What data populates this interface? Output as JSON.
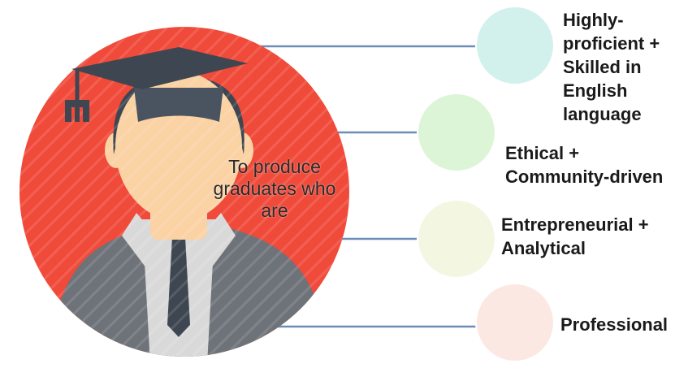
{
  "center": {
    "text": "To produce graduates who are"
  },
  "attributes": [
    {
      "label": "Highly-\nproficient +\nSkilled in\nEnglish\nlanguage",
      "color": "#d3f1ec"
    },
    {
      "label": "Ethical +\nCommunity-driven",
      "color": "#dcf5d6"
    },
    {
      "label": "Entrepreneurial +\nAnalytical",
      "color": "#f3f7e2"
    },
    {
      "label": "Professional",
      "color": "#fbe8e3"
    }
  ],
  "colors": {
    "background_circle": "#f04a3a",
    "connector": "#6b8db8",
    "cap": "#4a5460",
    "cap_top": "#3e4751",
    "tassel": "#3e4751",
    "hair": "#3e4751",
    "face": "#fbd2a4",
    "jacket": "#6e737a",
    "shirt": "#d9d9d9",
    "tie": "#3e4751"
  },
  "icons": {
    "avatar": "graduate-avatar-icon"
  }
}
